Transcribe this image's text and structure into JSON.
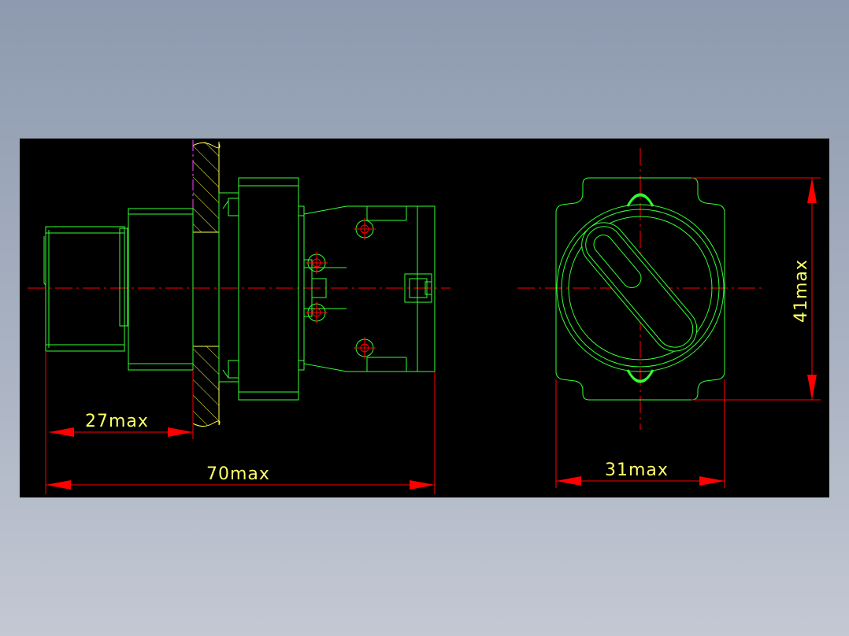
{
  "colors": {
    "background": "#8d9aaf",
    "canvas": "#000000",
    "geometry": "#33ff33",
    "dimension": "#ff0000",
    "text": "#ffff66",
    "hatch": "#ffff44",
    "panel_line": "#ff44ff",
    "center_line": "#ff0000"
  },
  "side_view": {
    "depth_dimension": "27max",
    "length_dimension": "70max"
  },
  "front_view": {
    "width_dimension": "31max",
    "height_dimension": "41max"
  }
}
